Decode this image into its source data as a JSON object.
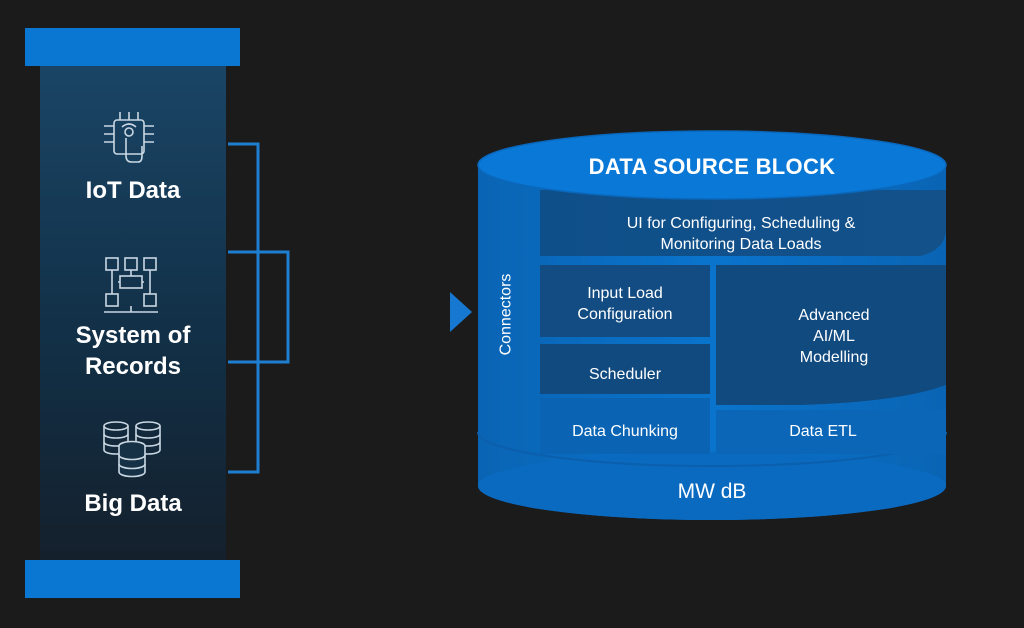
{
  "sources": {
    "iot": {
      "label": "IoT Data",
      "icon": "iot-chip-touch-icon"
    },
    "records": {
      "label": "System of Records",
      "line1": "System of",
      "line2": "Records",
      "icon": "network-blocks-icon"
    },
    "bigdata": {
      "label": "Big Data",
      "icon": "database-stack-icon"
    }
  },
  "cylinder": {
    "title": "DATA SOURCE BLOCK",
    "connectors": "Connectors",
    "ui_line1": "UI for Configuring, Scheduling &",
    "ui_line2": "Monitoring Data Loads",
    "input_line1": "Input Load",
    "input_line2": "Configuration",
    "scheduler": "Scheduler",
    "ai_line1": "Advanced",
    "ai_line2": "AI/ML",
    "ai_line3": "Modelling",
    "chunking": "Data Chunking",
    "etl": "Data ETL",
    "db": "MW dB"
  },
  "colors": {
    "background": "#1c1b1c",
    "accent_blue": "#0a73c8",
    "connector_blue": "#1e7fd0",
    "panel_dark": "#0f2336"
  }
}
